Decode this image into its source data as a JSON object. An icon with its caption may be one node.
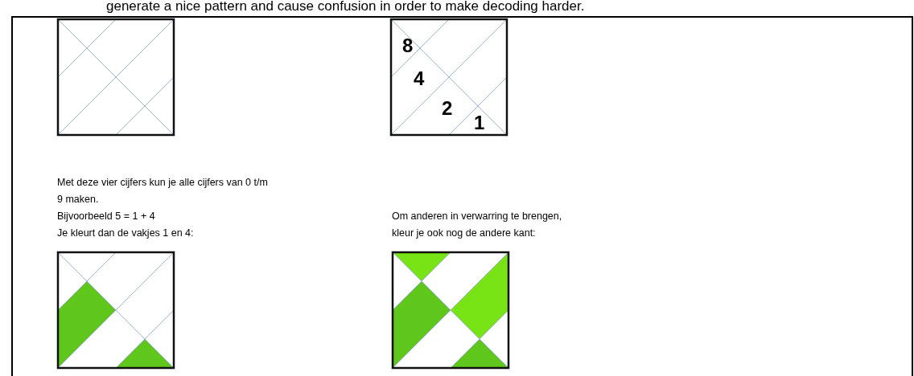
{
  "diagram": {
    "labels": [
      "generate a nice pattern and cause confusion in order to make decoding harder.",
      "8",
      "4",
      "2",
      "1",
      "Met deze vier cijfers kun je alle cijfers van 0 t/m 9 maken.",
      "Bijvoorbeeld 5 = 1 + 4",
      "Je kleurt dan de vakjes 1 en 4:",
      "Om anderen in verwarring te brengen, kleur je ook nog de andere kant:"
    ]
  }
}
